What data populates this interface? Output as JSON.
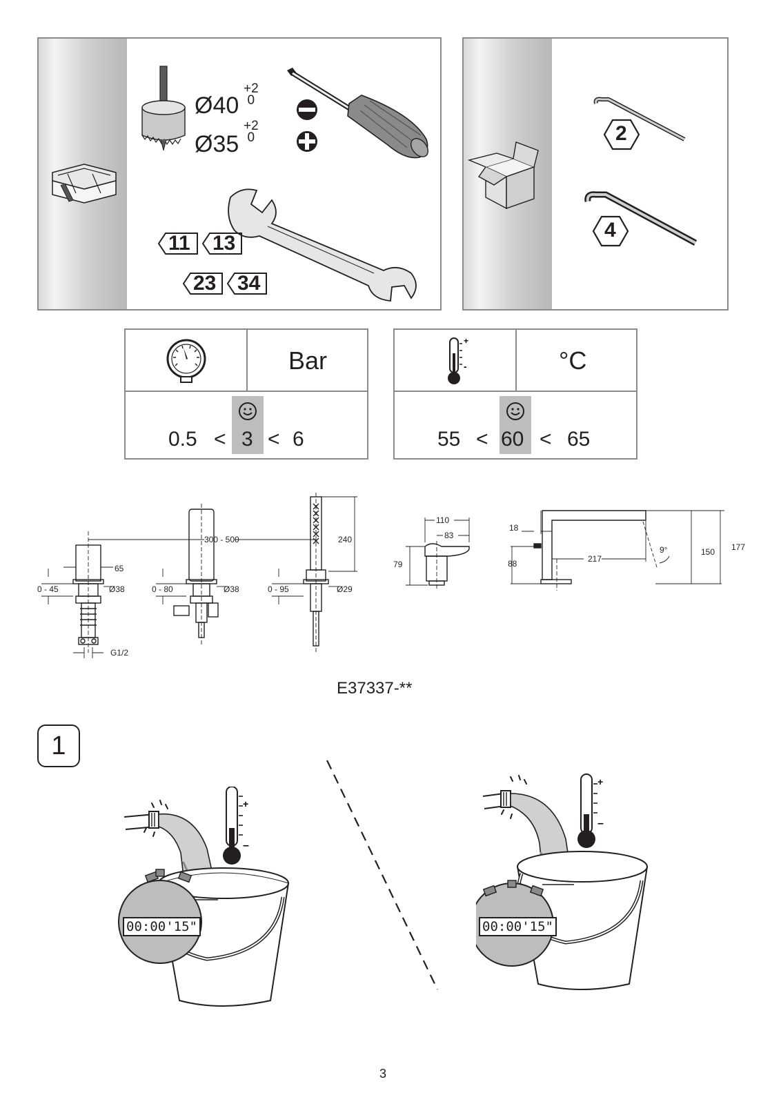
{
  "tools_panel": {
    "hole_40": "Ø40",
    "hole_35": "Ø35",
    "tol_upper": "+2",
    "tol_lower": "0",
    "wrench_sizes": [
      "11",
      "13",
      "23",
      "34"
    ]
  },
  "included_panel": {
    "hex_keys": [
      "2",
      "4"
    ]
  },
  "pressure": {
    "unit": "Bar",
    "min": "0.5",
    "recommended": "3",
    "max": "6",
    "lt": "<"
  },
  "temperature": {
    "unit": "°C",
    "min": "55",
    "recommended": "60",
    "max": "65",
    "lt": "<"
  },
  "dimensions": {
    "spacing": "300 - 500",
    "d65": "65",
    "d38a": "Ø38",
    "d38b": "Ø38",
    "d29": "Ø29",
    "r045": "0 - 45",
    "r080": "0 - 80",
    "r095": "0 - 95",
    "g12": "G1/2",
    "d240": "240",
    "d110": "110",
    "d83": "83",
    "d79": "79",
    "d18": "18",
    "d88": "88",
    "d217": "217",
    "deg9": "9°",
    "d150": "150",
    "d177": "177"
  },
  "model": "E37337-**",
  "step_number": "1",
  "timer_left": "00:00'15\"",
  "timer_right": "00:00'15\"",
  "page_number": "3"
}
